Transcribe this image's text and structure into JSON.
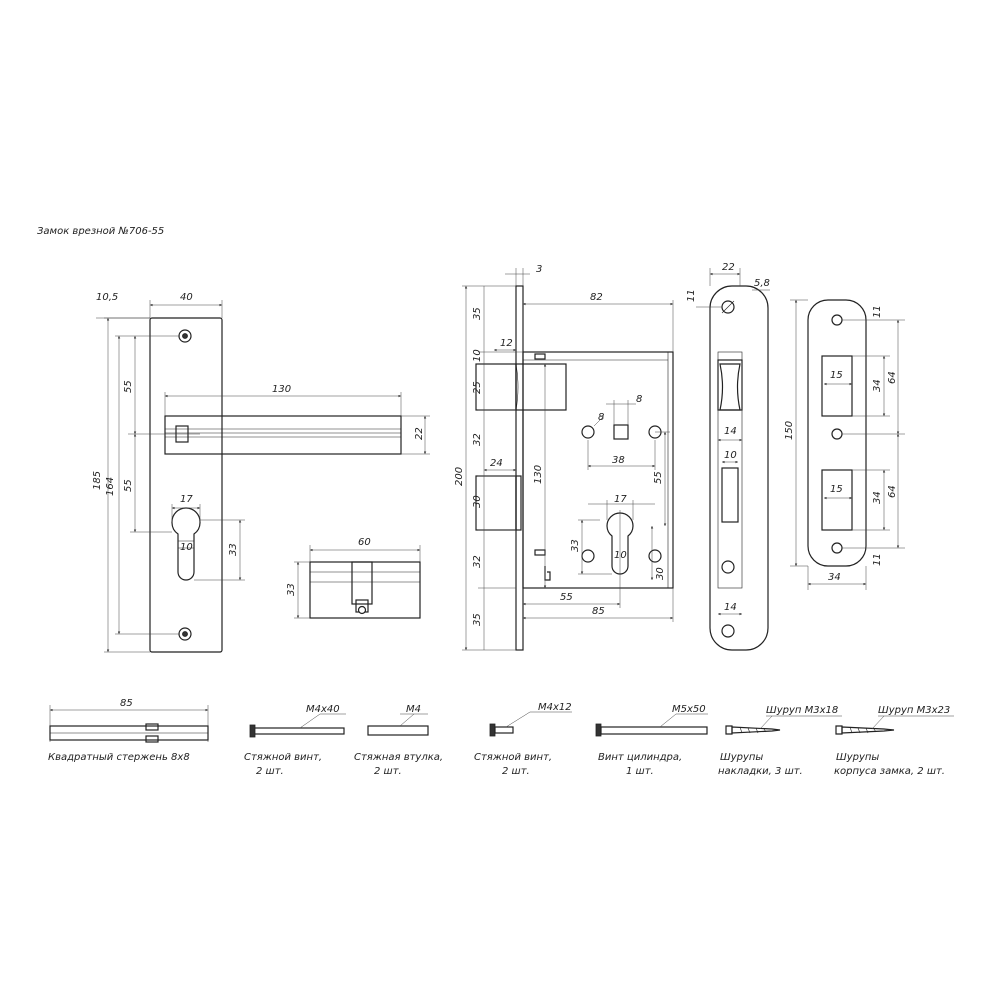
{
  "title": "Замок врезной №706-55",
  "handle_plate": {
    "dims": {
      "h185": "185",
      "h164": "164",
      "top105": "10,5",
      "w40": "40",
      "d55a": "55",
      "d55b": "55",
      "lever130": "130",
      "lever22": "22",
      "key17": "17",
      "key10": "10",
      "key33": "33"
    }
  },
  "cylinder": {
    "dims": {
      "w60": "60",
      "h33": "33"
    }
  },
  "lock_body": {
    "dims": {
      "front3": "3",
      "body82": "82",
      "h200": "200",
      "h130": "130",
      "d35a": "35",
      "d12": "12",
      "d10": "10",
      "d25": "25",
      "d32a": "32",
      "d24": "24",
      "d30": "30",
      "d32b": "32",
      "d35b": "35",
      "sq8a": "8",
      "sq8b": "8",
      "d38": "38",
      "d55v": "55",
      "d17": "17",
      "d10b": "10",
      "d33": "33",
      "d30b": "30",
      "d55h": "55",
      "d85": "85"
    }
  },
  "faceplate": {
    "dims": {
      "w22": "22",
      "w58": "5,8",
      "d11": "11",
      "d14a": "14",
      "d10": "10",
      "d14b": "14"
    }
  },
  "strike_plate": {
    "dims": {
      "h150": "150",
      "d11a": "11",
      "d15a": "15",
      "d34a": "34",
      "d64a": "64",
      "d15b": "15",
      "d34b": "34",
      "d64b": "64",
      "d11b": "11",
      "w34": "34"
    }
  },
  "accessories": [
    {
      "dim": "85",
      "caption1": "Квадратный стержень 8х8",
      "caption2": ""
    },
    {
      "dim": "M4x40",
      "caption1": "Стяжной винт,",
      "caption2": "2 шт."
    },
    {
      "dim": "M4",
      "caption1": "Стяжная втулка,",
      "caption2": "2 шт."
    },
    {
      "dim": "M4x12",
      "caption1": "Стяжной винт,",
      "caption2": "2 шт."
    },
    {
      "dim": "M5x50",
      "caption1": "Винт цилиндра,",
      "caption2": "1 шт."
    },
    {
      "dim": "Шуруп М3х18",
      "caption1": "Шурупы",
      "caption2": "накладки, 3 шт."
    },
    {
      "dim": "Шуруп М3х23",
      "caption1": "Шурупы",
      "caption2": "корпуса замка, 2 шт."
    }
  ]
}
